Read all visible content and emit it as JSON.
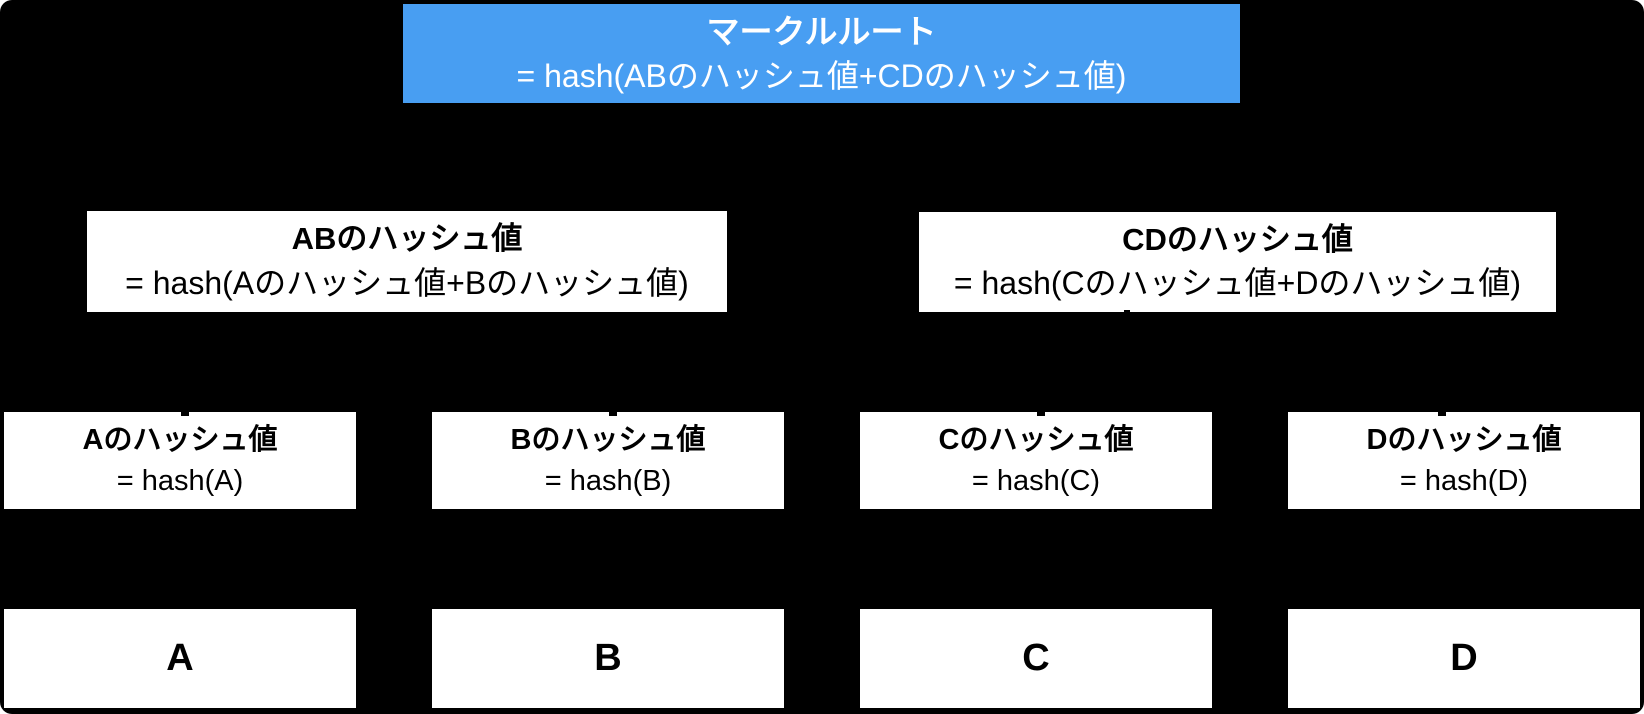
{
  "diagram": {
    "name": "merkle-tree",
    "description_visible": false
  },
  "colors": {
    "background": "#000000",
    "root_box_bg": "#489ef2",
    "root_box_text": "#ffffff",
    "node_box_bg": "#ffffff",
    "node_box_text": "#000000"
  },
  "nodes": {
    "root": {
      "label": "マークルルート",
      "formula": "= hash(ABのハッシュ値+CDのハッシュ値)"
    },
    "ab": {
      "label": "ABのハッシュ値",
      "formula": "= hash(Aのハッシュ値+Bのハッシュ値)"
    },
    "cd": {
      "label": "CDのハッシュ値",
      "formula": "= hash(Cのハッシュ値+Dのハッシュ値)"
    },
    "hash_a": {
      "label": "Aのハッシュ値",
      "formula": "= hash(A)"
    },
    "hash_b": {
      "label": "Bのハッシュ値",
      "formula": "= hash(B)"
    },
    "hash_c": {
      "label": "Cのハッシュ値",
      "formula": "= hash(C)"
    },
    "hash_d": {
      "label": "Dのハッシュ値",
      "formula": "= hash(D)"
    },
    "data_a": {
      "label": "A"
    },
    "data_b": {
      "label": "B"
    },
    "data_c": {
      "label": "C"
    },
    "data_d": {
      "label": "D"
    }
  }
}
